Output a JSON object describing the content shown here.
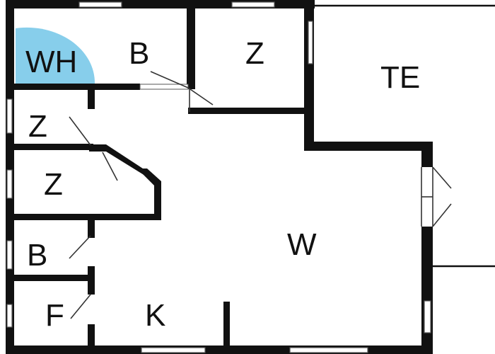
{
  "rooms": {
    "wh": "WH",
    "bath_top": "B",
    "z_top": "Z",
    "te": "TE",
    "z_left_1": "Z",
    "z_left_2": "Z",
    "b_left": "B",
    "f": "F",
    "w": "W",
    "k": "K"
  },
  "colors": {
    "whirlpool": "#87ceeb",
    "walls": "#111111",
    "background": "#ffffff"
  }
}
